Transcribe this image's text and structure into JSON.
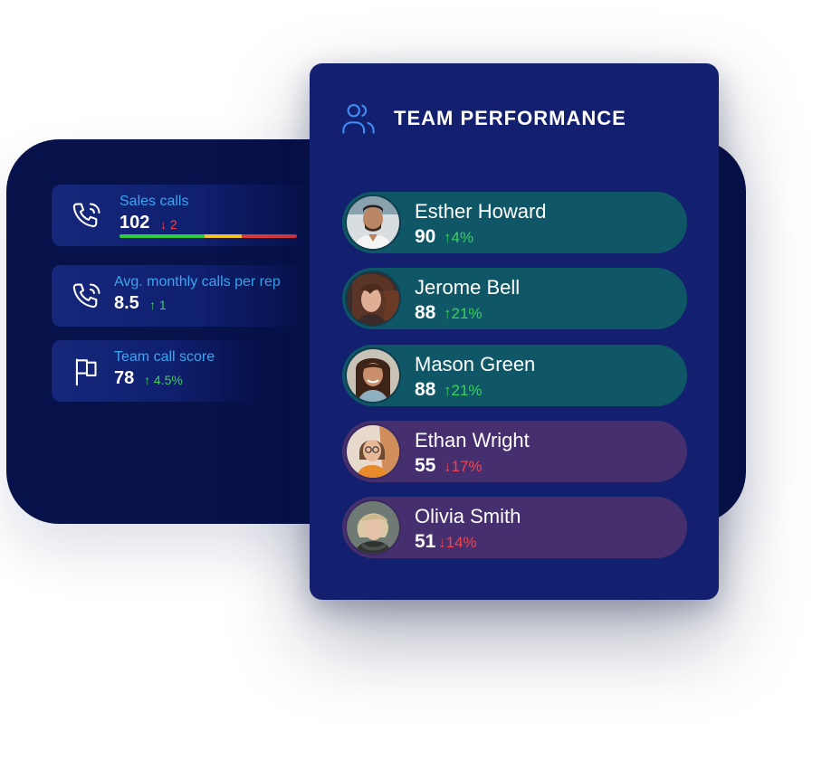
{
  "metrics": [
    {
      "label": "Sales calls",
      "value": "102",
      "delta": "2",
      "direction": "down",
      "icon": "phone-icon",
      "bar_colors": [
        "#2ecc40",
        "#f2c12e",
        "#e23b3b"
      ]
    },
    {
      "label": "Avg. monthly calls per rep",
      "value": "8.5",
      "delta": "1",
      "direction": "up",
      "icon": "phone-icon"
    },
    {
      "label": "Team call score",
      "value": "78",
      "delta": "4.5%",
      "direction": "up",
      "icon": "flag-icon"
    }
  ],
  "team": {
    "title": "TEAM PERFORMANCE",
    "icon": "users-icon",
    "members": [
      {
        "name": "Esther Howard",
        "score": "90",
        "delta": "4%",
        "direction": "up"
      },
      {
        "name": "Jerome Bell",
        "score": "88",
        "delta": "21%",
        "direction": "up"
      },
      {
        "name": "Mason Green",
        "score": "88",
        "delta": "21%",
        "direction": "up"
      },
      {
        "name": "Ethan Wright",
        "score": "55",
        "delta": "17%",
        "direction": "down"
      },
      {
        "name": "Olivia Smith",
        "score": "51",
        "delta": "14%",
        "direction": "down"
      }
    ]
  },
  "colors": {
    "up": "#3bd15a",
    "down": "#f0454f",
    "accent": "#3aa5f0"
  }
}
